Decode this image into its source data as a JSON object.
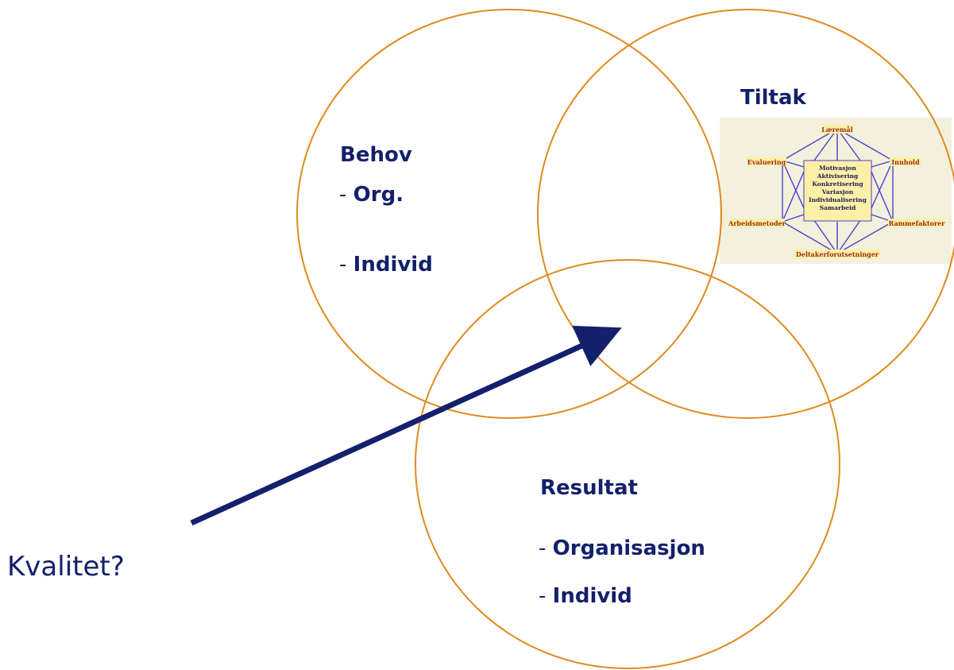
{
  "colors": {
    "circle_stroke": "#e08a1e",
    "text": "#13206b",
    "arrow": "#13206b",
    "hex_lines": "#4a3fcf",
    "inset_bg": "#f3f0dc",
    "node_text": "#9b2c1a",
    "node_bg": "#fbf0a6"
  },
  "behov": {
    "title": "Behov",
    "items": [
      {
        "dash": "-",
        "text": "Org."
      },
      {
        "dash": "-",
        "text": "Individ"
      }
    ]
  },
  "tiltak": {
    "title": "Tiltak"
  },
  "resultat": {
    "title": "Resultat",
    "items": [
      {
        "dash": "-",
        "text": "Organisasjon"
      },
      {
        "dash": "-",
        "text": "Individ"
      }
    ]
  },
  "question": "Kvalitet?",
  "model": {
    "nodes": {
      "top": "Læremål",
      "upper_left": "Evaluering",
      "upper_right": "Innhold",
      "lower_left": "Arbeidsmetoder",
      "lower_right": "Rammefaktorer",
      "bottom": "Deltakerforutsetninger"
    },
    "center": [
      "Motivasjon",
      "Aktivisering",
      "Konkretisering",
      "Variasjon",
      "Individualisering",
      "Samarbeid"
    ]
  }
}
